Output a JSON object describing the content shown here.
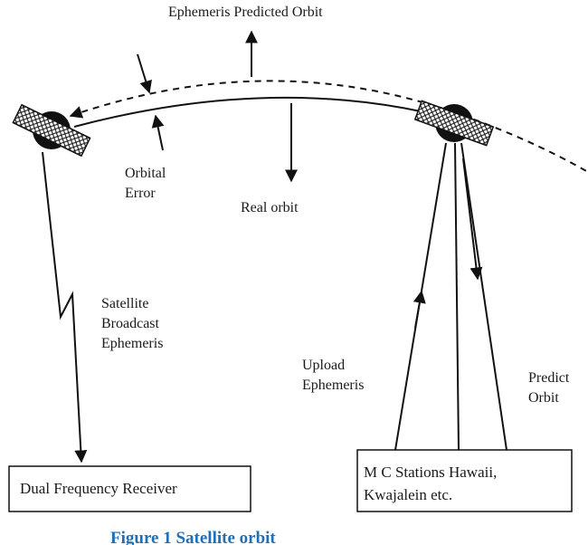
{
  "labels": {
    "ephemeris_predicted_orbit": "Ephemeris Predicted Orbit",
    "orbital_error_line1": "Orbital",
    "orbital_error_line2": "Error",
    "real_orbit": "Real orbit",
    "satellite_broadcast_line1": "Satellite",
    "satellite_broadcast_line2": "Broadcast",
    "satellite_broadcast_line3": "Ephemeris",
    "upload_line1": "Upload",
    "upload_line2": "Ephemeris",
    "predict_line1": "Predict",
    "predict_line2": "Orbit"
  },
  "boxes": {
    "receiver": "Dual Frequency Receiver",
    "stations_line1": "M C Stations Hawaii,",
    "stations_line2": "Kwajalein etc."
  },
  "caption": "Figure 1 Satellite orbit"
}
